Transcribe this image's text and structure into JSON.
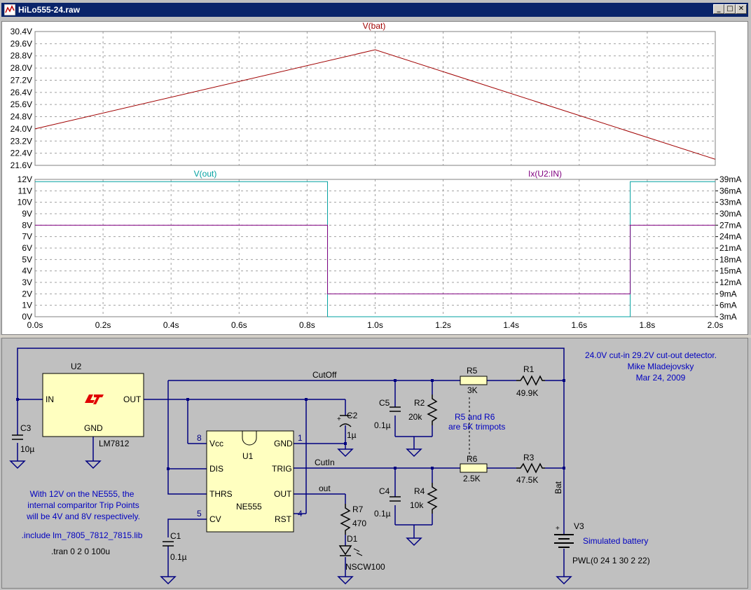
{
  "window": {
    "title": "HiLo555-24.raw"
  },
  "window_buttons": {
    "minimize": "_",
    "maximize": "□",
    "close": "✕"
  },
  "chart_data": [
    {
      "type": "line",
      "title": "V(bat)",
      "xlim": [
        0,
        2.0
      ],
      "ylim": [
        21.6,
        30.4
      ],
      "y_ticks": [
        "30.4V",
        "29.6V",
        "28.8V",
        "28.0V",
        "27.2V",
        "26.4V",
        "25.6V",
        "24.8V",
        "24.0V",
        "23.2V",
        "22.4V",
        "21.6V"
      ],
      "series": [
        {
          "name": "V(bat)",
          "color": "#a00000",
          "x": [
            0,
            1.0,
            2.0
          ],
          "y": [
            24.0,
            29.2,
            22.0
          ]
        }
      ],
      "grid": true
    },
    {
      "type": "line",
      "xlim": [
        0,
        2.0
      ],
      "ylim_left": [
        0,
        12
      ],
      "ylim_right": [
        3,
        39
      ],
      "y_ticks_left": [
        "12V",
        "11V",
        "10V",
        "9V",
        "8V",
        "7V",
        "6V",
        "5V",
        "4V",
        "3V",
        "2V",
        "1V",
        "0V"
      ],
      "y_ticks_right": [
        "39mA",
        "36mA",
        "33mA",
        "30mA",
        "27mA",
        "24mA",
        "21mA",
        "18mA",
        "15mA",
        "12mA",
        "9mA",
        "6mA",
        "3mA"
      ],
      "x_ticks": [
        "0.0s",
        "0.2s",
        "0.4s",
        "0.6s",
        "0.8s",
        "1.0s",
        "1.2s",
        "1.4s",
        "1.6s",
        "1.8s",
        "2.0s"
      ],
      "series": [
        {
          "name": "V(out)",
          "color": "#00a0a0",
          "axis": "left",
          "x": [
            0,
            0.86,
            0.86,
            1.75,
            1.75,
            2.0
          ],
          "y": [
            11.8,
            11.8,
            0,
            0,
            11.8,
            11.8
          ]
        },
        {
          "name": "Ix(U2:IN)",
          "color": "#800080",
          "axis": "right",
          "x": [
            0,
            0.86,
            0.86,
            1.75,
            1.75,
            2.0
          ],
          "y": [
            27,
            27,
            9,
            9,
            27,
            27
          ]
        }
      ],
      "grid": true
    }
  ],
  "schematic": {
    "header": [
      "24.0V cut-in 29.2V cut-out detector.",
      "Mike Mladejovsky",
      "Mar 24, 2009"
    ],
    "u2": {
      "ref": "U2",
      "part": "LM7812",
      "pins": {
        "in": "IN",
        "out": "OUT",
        "gnd": "GND"
      }
    },
    "u1": {
      "ref": "U1",
      "part": "NE555",
      "pins": {
        "vcc": "Vcc",
        "dis": "DIS",
        "thrs": "THRS",
        "cv": "CV",
        "gnd": "GND",
        "trig": "TRIG",
        "out": "OUT",
        "rst": "RST"
      },
      "pin_numbers": {
        "vcc": "8",
        "cv": "5",
        "gnd": "1",
        "rst": "4"
      }
    },
    "c3": {
      "ref": "C3",
      "value": "10µ"
    },
    "c2": {
      "ref": "C2",
      "value": "1µ"
    },
    "c5": {
      "ref": "C5",
      "value": "0.1µ"
    },
    "c4": {
      "ref": "C4",
      "value": "0.1µ"
    },
    "c1": {
      "ref": "C1",
      "value": "0.1µ"
    },
    "r5": {
      "ref": "R5",
      "value": "3K"
    },
    "r1": {
      "ref": "R1",
      "value": "49.9K"
    },
    "r2": {
      "ref": "R2",
      "value": "20k"
    },
    "r6": {
      "ref": "R6",
      "value": "2.5K"
    },
    "r3": {
      "ref": "R3",
      "value": "47.5K"
    },
    "r4": {
      "ref": "R4",
      "value": "10k"
    },
    "r7": {
      "ref": "R7",
      "value": "470"
    },
    "d1": {
      "ref": "D1",
      "value": "NSCW100"
    },
    "v3": {
      "ref": "V3",
      "desc": "Simulated battery",
      "value": "PWL(0 24 1 30 2 22)"
    },
    "nets": {
      "cutoff": "CutOff",
      "cutin": "CutIn",
      "out": "out",
      "bat": "Bat"
    },
    "trimpot_note": [
      "R5 and R6",
      "are 5K trimpots"
    ],
    "comparator_note": [
      "With 12V on the NE555, the",
      "internal comparitor Trip Points",
      "will be 4V and 8V respectively."
    ],
    "include_directive": ".include lm_7805_7812_7815.lib",
    "tran_directive": ".tran 0 2 0 100u"
  }
}
